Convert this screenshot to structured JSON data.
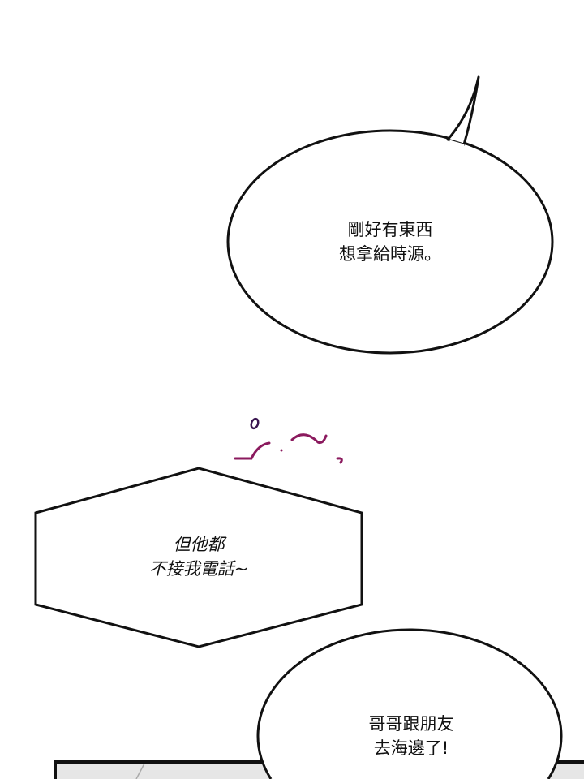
{
  "bubbles": [
    {
      "lines": [
        "剛好有東西",
        "想拿給時源。"
      ]
    },
    {
      "lines": [
        "但他都",
        "不接我電話~"
      ]
    },
    {
      "lines": [
        "哥哥跟朋友",
        "去海邊了!"
      ]
    }
  ],
  "sound_effect_color": "#8b1a5e"
}
